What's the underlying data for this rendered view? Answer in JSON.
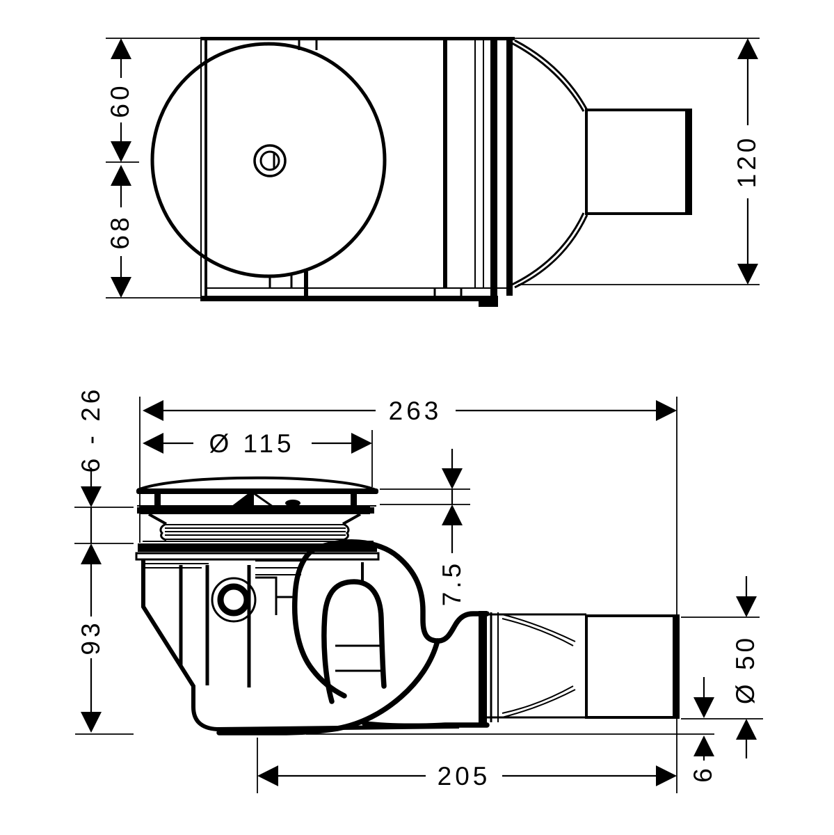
{
  "drawing": {
    "type": "technical-dimension-drawing",
    "views": {
      "top_view": "plan view of shower drain waste with round cover and side outlet pipe",
      "side_view": "section view of flat shower trap with cover, flange, S-bend and outlet pipe"
    },
    "line_color": "#000000",
    "background": "#ffffff"
  },
  "labels": {
    "d60": "60",
    "d68": "68",
    "d120": "120",
    "d263": "263",
    "d115": "Ø 115",
    "d6_26": "6 - 26",
    "d7_5": "7.5",
    "d93": "93",
    "d205": "205",
    "d50": "Ø 50",
    "d6": "6"
  }
}
